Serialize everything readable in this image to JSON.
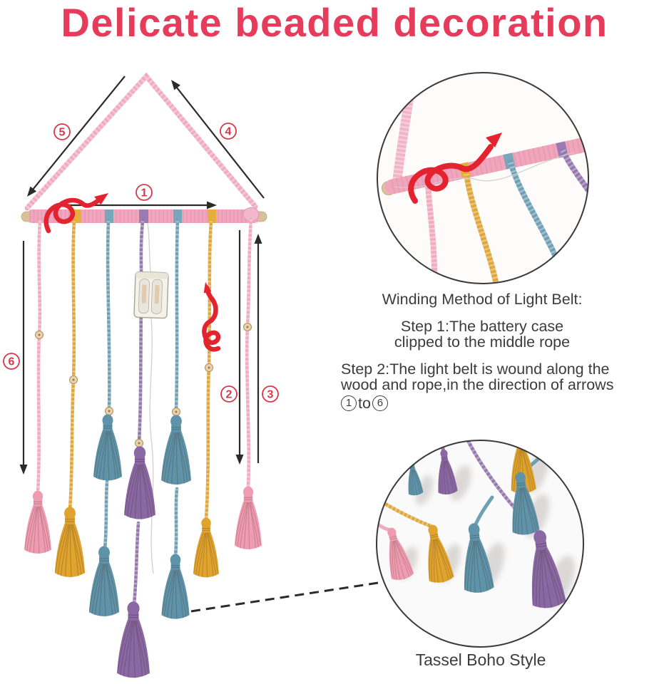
{
  "title": "Delicate beaded decoration",
  "colors": {
    "title_red": "#e73b5c",
    "annotation_red": "#d8374a",
    "spiral_red": "#e32330",
    "arrow_black": "#2b2b2b",
    "text_dark": "#3c3c3c",
    "rope_pink": "#f0aac2",
    "rope_yellow": "#dfa63a",
    "rope_blue": "#6f9fb5",
    "rope_purple": "#9377ad",
    "tassel_pink": "#ef9cb2",
    "tassel_yellow": "#dfa32e",
    "tassel_blue": "#5f93a9",
    "tassel_purple": "#8a68a4",
    "rod_pink": "#f0a7be",
    "wood": "#dcc39a",
    "bead": "#e9d2ab"
  },
  "diagram": {
    "step_labels": [
      "1",
      "2",
      "3",
      "4",
      "5",
      "6"
    ]
  },
  "instructions": {
    "heading": "Winding Method of Light Belt:",
    "step1_line1": "Step 1:The battery case",
    "step1_line2": "clipped to the middle rope",
    "step2_line1": "Step 2:The light belt is wound along the",
    "step2_line2": "wood and rope,in the direction of arrows",
    "range_start": "1",
    "range_word": "to",
    "range_end": "6"
  },
  "insets": {
    "bottom_caption": "Tassel Boho Style"
  }
}
